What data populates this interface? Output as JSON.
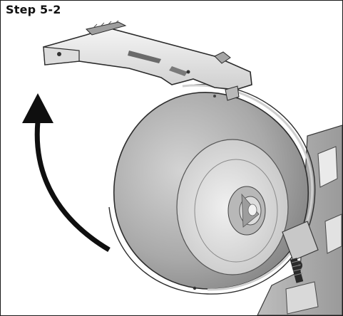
{
  "step": {
    "title": "Step 5-2"
  },
  "illustration": {
    "parts": [
      "mounting-bracket",
      "fan-housing",
      "motor-hub",
      "mounting-plate",
      "mounting-screw"
    ],
    "arrow": "curved-arrow-up",
    "colors": {
      "arrow": "#0f0f0f",
      "metal_light": "#e8e8e8",
      "metal_mid": "#bdbdbd",
      "metal_dark": "#8c8c8c",
      "outline": "#3a3a3a"
    }
  }
}
